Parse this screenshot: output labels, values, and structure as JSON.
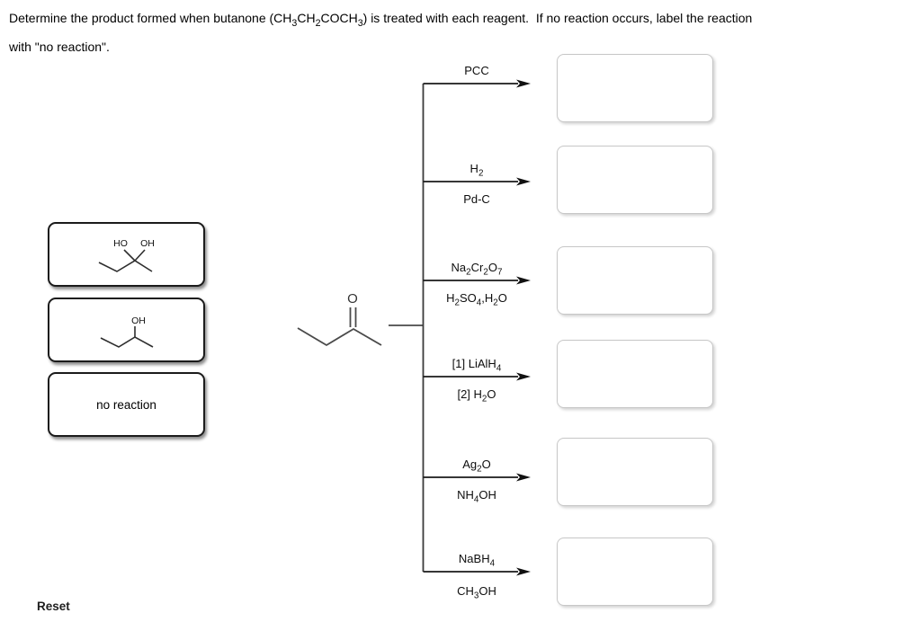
{
  "title": {
    "line1": "Determine the product formed when butanone (CH3CH2COCH3) is treated with each reagent.  If no reaction occurs, label the reaction",
    "line2": "with \"no reaction\"."
  },
  "molecule": {
    "oxygen_label": "O"
  },
  "options": [
    {
      "atom_left": "HO",
      "atom_right": "OH"
    },
    {
      "atom_top": "OH"
    },
    {
      "label": "no reaction"
    }
  ],
  "reactions": [
    {
      "above": "PCC",
      "below": ""
    },
    {
      "above": "H2",
      "below": "Pd-C"
    },
    {
      "above": "Na2Cr2O7",
      "below": "H2SO4,H2O"
    },
    {
      "above": "[1] LiAlH4",
      "below": "[2] H2O"
    },
    {
      "above": "Ag2O",
      "below": "NH4OH"
    },
    {
      "above": "NaBH4",
      "below": "CH3OH"
    }
  ],
  "reset_label": "Reset"
}
